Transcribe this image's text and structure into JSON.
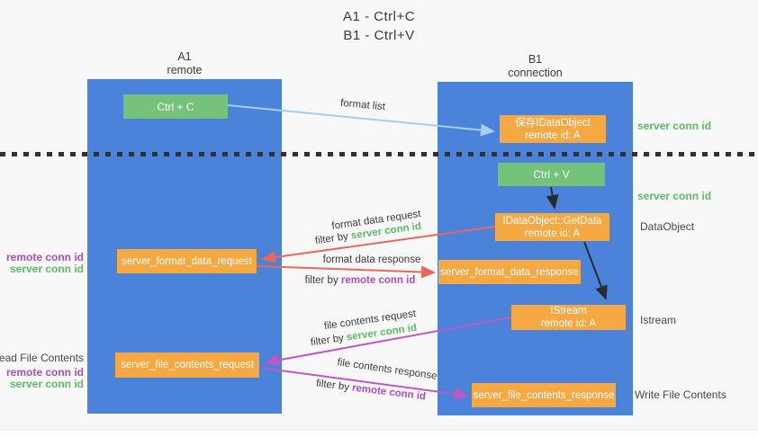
{
  "title": {
    "line1": "A1 - Ctrl+C",
    "line2": "B1 - Ctrl+V"
  },
  "lifelines": {
    "left": {
      "name": "A1",
      "role": "remote"
    },
    "right": {
      "name": "B1",
      "role": "connection"
    }
  },
  "nodes": {
    "ctrl_c": {
      "label": "Ctrl + C"
    },
    "ctrl_v": {
      "label": "Ctrl + V"
    },
    "save_idataobject": {
      "line1": "保存IDataObject",
      "line2": "remote id: A"
    },
    "idataobject_getdata": {
      "line1": "IDataObject::GetData",
      "line2": "remote id: A"
    },
    "istream": {
      "line1": "IStream",
      "line2": "remote id: A"
    },
    "server_format_data_request": {
      "label": "server_format_data_request"
    },
    "server_format_data_response": {
      "label": "server_format_data_response"
    },
    "server_file_contents_request": {
      "label": "server_file_contents_request"
    },
    "server_file_contents_response": {
      "label": "server_file_contents_response"
    }
  },
  "arrow_labels": {
    "format_list": "format list",
    "format_data_request": "format data request",
    "format_data_response": "format data response",
    "file_contents_request": "file contents request",
    "file_contents_response": "file contents response",
    "filter_by": "filter by",
    "server_conn_id": "server conn id",
    "remote_conn_id": "remote conn id"
  },
  "side_labels": {
    "server_conn_id": "server conn id",
    "remote_conn_id": "remote conn id",
    "dataobject": "DataObject",
    "istream": "Istream",
    "read_file_contents": "Read File Contents",
    "write_file_contents": "Write File Contents"
  },
  "colors": {
    "lifeline_blue": "#4a83d9",
    "box_green": "#76c27a",
    "box_orange": "#f6a843",
    "arrow_lightblue": "#a9cdee",
    "arrow_red": "#e8685e",
    "arrow_magenta": "#bd58c5",
    "arrow_black": "#2b2b2b",
    "text_green": "#5dbc62",
    "text_purple": "#ab4fc0",
    "background": "#f8f8f9"
  }
}
